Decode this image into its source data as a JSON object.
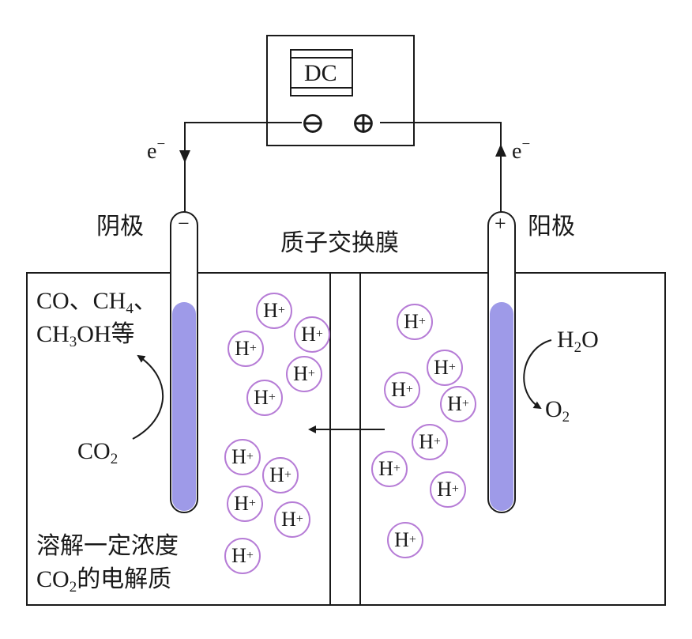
{
  "power_supply": {
    "label": "DC",
    "minus": "⊖",
    "plus": "⊕"
  },
  "electron": "e",
  "electron_charge": "−",
  "cathode": {
    "label": "阴极",
    "sign": "−"
  },
  "anode": {
    "label": "阳极",
    "sign": "+"
  },
  "membrane_label": "质子交换膜",
  "cathode_products": {
    "line1_a": "CO、CH",
    "line1_sub": "4",
    "line1_b": "、",
    "line2_a": "CH",
    "line2_sub": "3",
    "line2_b": "OH等"
  },
  "cathode_reactant": {
    "a": "CO",
    "sub": "2"
  },
  "anode_reactant": {
    "a": "H",
    "sub": "2",
    "b": "O"
  },
  "anode_product": {
    "a": "O",
    "sub": "2"
  },
  "electrolyte": {
    "line1": "溶解一定浓度",
    "line2_a": "CO",
    "line2_sub": "2",
    "line2_b": "的电解质"
  },
  "ion": {
    "symbol": "H",
    "charge": "+"
  },
  "colors": {
    "electrode_fill": "#9e9ae8",
    "ion_ring": "#b67cd6",
    "line": "#1a1a1a"
  }
}
